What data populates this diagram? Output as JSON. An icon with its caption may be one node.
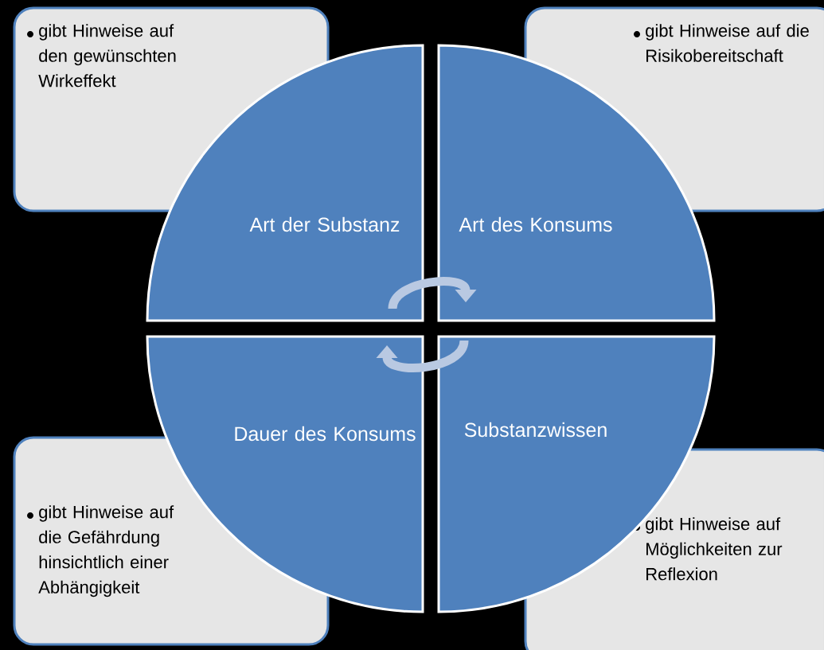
{
  "diagram": {
    "nodes": [
      {
        "text": [
          "gibt Hinweise auf den gewünschten Wirkeffekt"
        ]
      },
      {
        "text": [
          "gibt Hinweise auf die Risikobereitschaft"
        ]
      },
      {
        "text": [
          "Art der Substanz"
        ]
      },
      {
        "text": [
          "Art des Konsums"
        ]
      },
      {
        "text": [
          "Dauer des Konsums"
        ]
      },
      {
        "text": [
          "Substanzwissen"
        ]
      },
      {
        "text": [
          "gibt Hinweise auf die Gefährdung hinsichtlich einer Abhängigkeit"
        ]
      },
      {
        "text": [
          "gibt Hinweise auf Möglichkeiten zur Reflexion"
        ]
      }
    ],
    "edges": [
      {
        "from": 2,
        "to": 3,
        "arrow": "to"
      },
      {
        "from": 5,
        "to": 4,
        "arrow": "to"
      }
    ]
  }
}
